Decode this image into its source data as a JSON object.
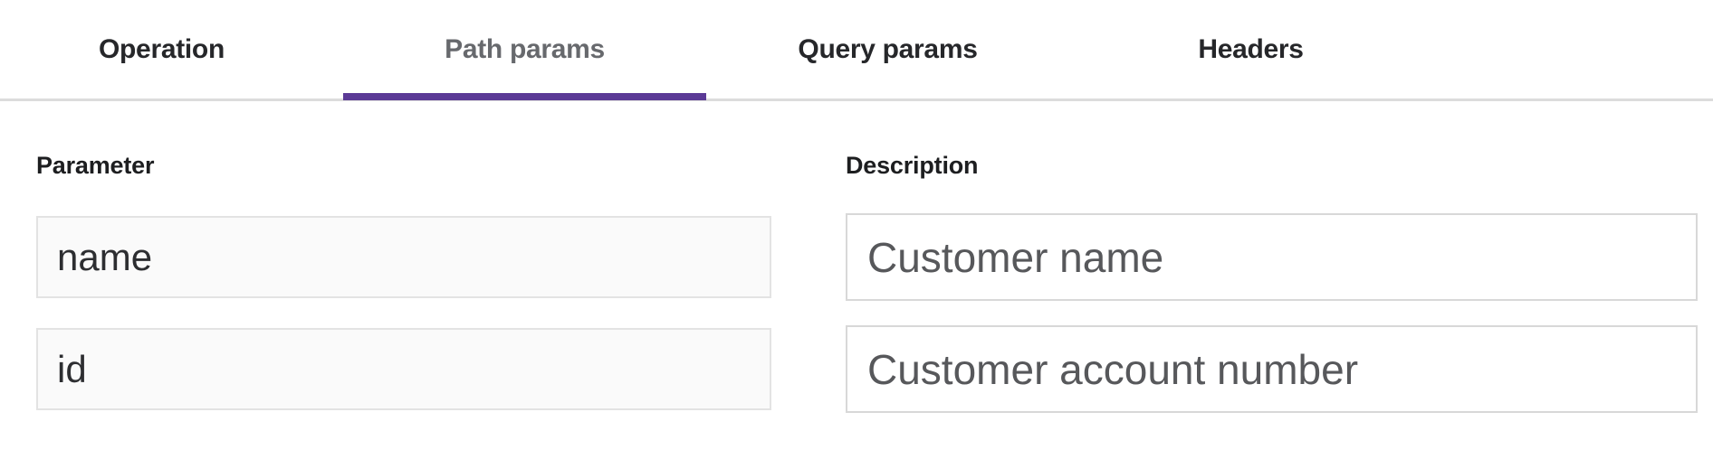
{
  "tabs": {
    "items": [
      {
        "label": "Operation",
        "active": false
      },
      {
        "label": "Path params",
        "active": true
      },
      {
        "label": "Query params",
        "active": false
      },
      {
        "label": "Headers",
        "active": false
      }
    ]
  },
  "params_table": {
    "columns": {
      "parameter": "Parameter",
      "description": "Description"
    },
    "rows": [
      {
        "parameter": "name",
        "description": "Customer name"
      },
      {
        "parameter": "id",
        "description": "Customer account number"
      }
    ]
  },
  "colors": {
    "accent": "#5b3a96",
    "tab_divider": "#dcdcdc",
    "tab_text": "#26272a",
    "tab_active_text": "#67696d",
    "param_field_bg": "#fafafa",
    "param_field_border": "#e3e3e3",
    "desc_field_border": "#d8d8d8",
    "param_text": "#2d2e31",
    "desc_text": "#57585b"
  }
}
